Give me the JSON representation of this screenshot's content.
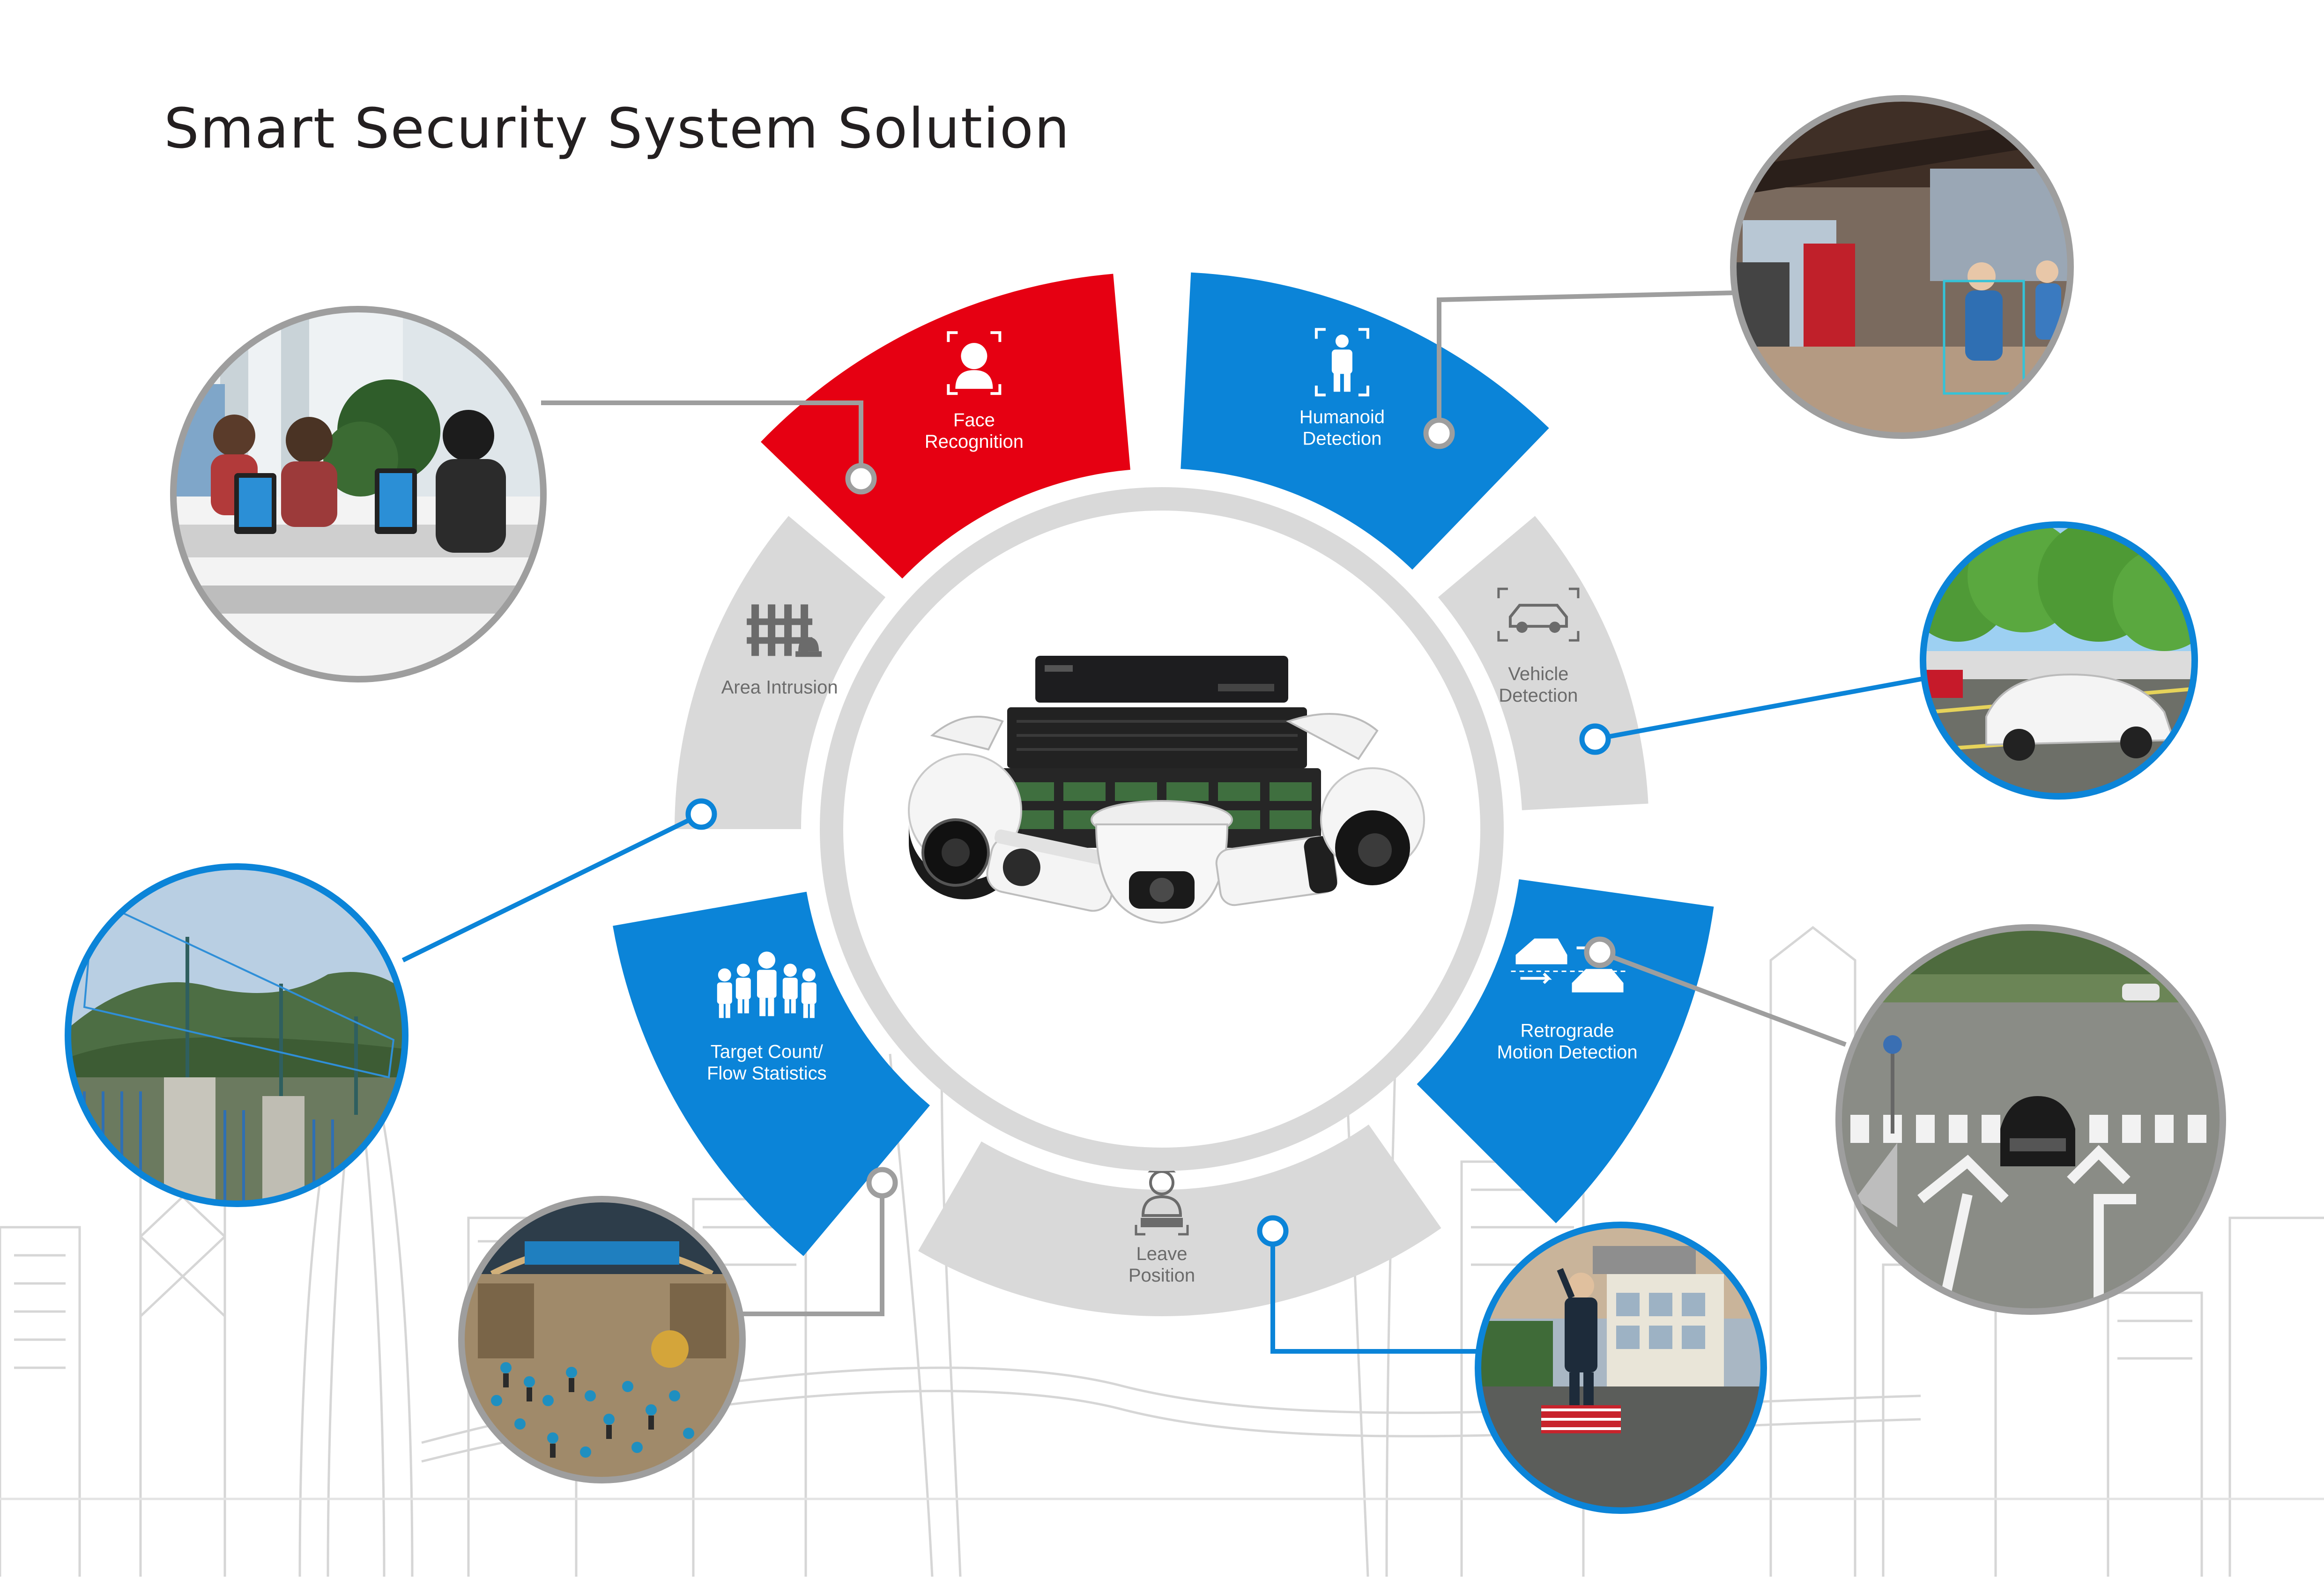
{
  "title": "Smart Security System Solution",
  "colors": {
    "red": "#e60012",
    "blue": "#0b84d8",
    "gray": "#d9d9d9",
    "gray_text": "#6b6b6b",
    "connector_gray": "#9e9e9e",
    "connector_blue": "#0b84d8"
  },
  "segments": [
    {
      "id": "face",
      "icon": "face-recognition-icon",
      "color": "red",
      "label_lines": [
        "Face",
        "Recognition"
      ]
    },
    {
      "id": "humanoid",
      "icon": "humanoid-detection-icon",
      "color": "blue",
      "label_lines": [
        "Humanoid",
        "Detection"
      ]
    },
    {
      "id": "vehicle",
      "icon": "vehicle-detection-icon",
      "color": "gray",
      "label_lines": [
        "Vehicle",
        "Detection"
      ]
    },
    {
      "id": "retrograde",
      "icon": "retrograde-icon",
      "color": "blue",
      "label_lines": [
        "Retrograde",
        "Motion Detection"
      ]
    },
    {
      "id": "leave",
      "icon": "leave-position-icon",
      "color": "gray",
      "label_lines": [
        "Leave",
        "Position"
      ]
    },
    {
      "id": "target",
      "icon": "crowd-icon",
      "color": "blue",
      "label_lines": [
        "Target Count/",
        "Flow Statistics"
      ]
    },
    {
      "id": "area",
      "icon": "fence-alarm-icon",
      "color": "gray",
      "label_lines": [
        "Area Intrusion"
      ]
    }
  ],
  "photos": [
    {
      "id": "office-reception",
      "scene": "office-reception-photo",
      "ring": "gray"
    },
    {
      "id": "station-gate",
      "scene": "station-gate-photo",
      "ring": "gray"
    },
    {
      "id": "parking-car",
      "scene": "parking-lot-photo",
      "ring": "blue"
    },
    {
      "id": "fence-perimeter",
      "scene": "electric-fence-photo",
      "ring": "blue"
    },
    {
      "id": "intersection",
      "scene": "road-intersection-photo",
      "ring": "gray"
    },
    {
      "id": "crowd-hall",
      "scene": "crowded-hall-photo",
      "ring": "gray"
    },
    {
      "id": "guard-post",
      "scene": "guard-post-photo",
      "ring": "blue"
    }
  ],
  "center": {
    "image": "cameras-and-nvr-product-group"
  }
}
